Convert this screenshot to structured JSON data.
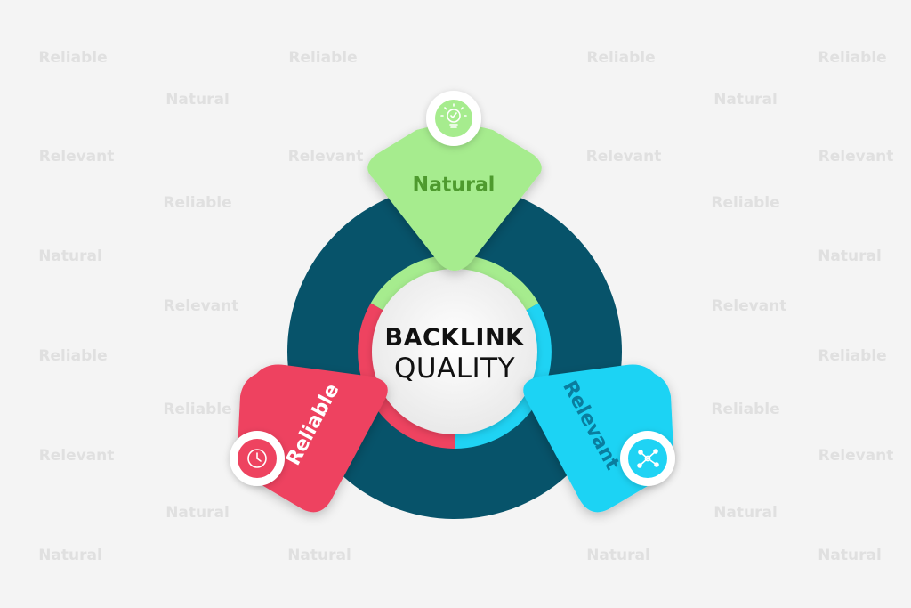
{
  "watermarks": {
    "natural": "Natural",
    "reliable": "Reliable",
    "relevant": "Relevant"
  },
  "center": {
    "line1": "BACKLINK",
    "line2": "QUALITY"
  },
  "petals": {
    "natural": {
      "label": "Natural",
      "color": "#a6ec8e",
      "text_color": "#4e9a2e",
      "icon": "lightbulb-check-icon"
    },
    "reliable": {
      "label": "Reliable",
      "color": "#ee4360",
      "text_color": "#ffffff",
      "icon": "clock-icon"
    },
    "relevant": {
      "label": "Relevant",
      "color": "#1fd3f4",
      "text_color": "#0a7d9e",
      "icon": "network-nodes-icon"
    }
  },
  "colors": {
    "ring": "#07536a",
    "background": "#f4f4f4",
    "watermark": "#e0e0e0"
  }
}
